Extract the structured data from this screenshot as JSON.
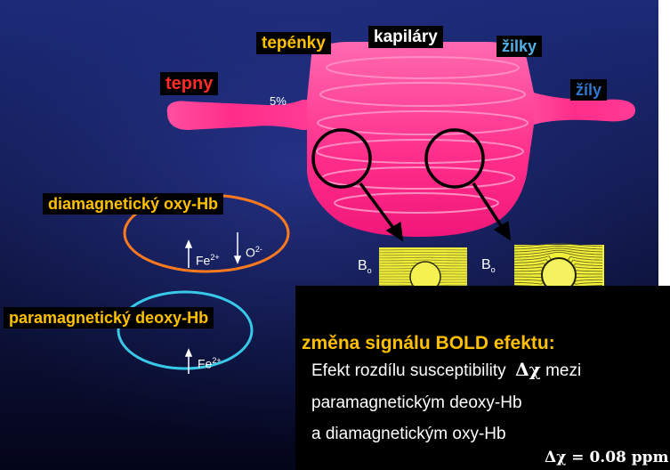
{
  "labels": {
    "tepny": "tepny",
    "tepenky": "tepénky",
    "kapilary": "kapiláry",
    "zilky": "žilky",
    "zily": "žíly",
    "percent": "5%",
    "oxy_hb": "diamagnetický oxy-Hb",
    "deoxy_hb": "paramagnetický deoxy-Hb",
    "fe": "Fe",
    "fe_charge": "2+",
    "o": "O",
    "o_charge": "2-",
    "b": "B",
    "b_sub": "o"
  },
  "panel": {
    "title": "změna signálu  BOLD efektu:",
    "line1_text": "Efekt rozdílu susceptibility",
    "line1_symbol": "Δχ",
    "line1_end": "mezi",
    "line2": "paramagnetickým deoxy-Hb",
    "line3": "a diamagnetickým oxy-Hb",
    "formula": "Δχ = 0.08 ppm"
  },
  "colors": {
    "background_top": "#1b2466",
    "background_bottom": "#04051c",
    "vessel_pink": "#ff2d8a",
    "tepny": "#ff2a2a",
    "tepenky": "#ffc000",
    "kapilary": "#ffffff",
    "zilky": "#4fb0e8",
    "zily": "#2f77d0",
    "oxy_label": "#ffc000",
    "deoxy_label": "#ffc000",
    "oxy_ellipse": "#ff7a1f",
    "deoxy_ellipse": "#38c8e8",
    "field_yellow": "#f2ef3a",
    "panel_title": "#ffc000"
  }
}
